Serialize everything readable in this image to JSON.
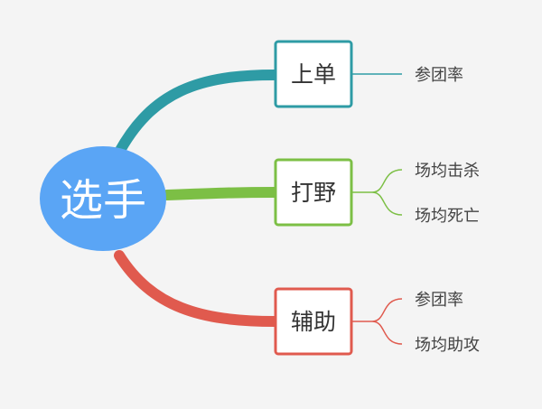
{
  "root": {
    "label": "选手",
    "color": "#5aa5f5"
  },
  "branches": [
    {
      "label": "上单",
      "color": "#2e9ba5",
      "leaves": [
        "参团率"
      ]
    },
    {
      "label": "打野",
      "color": "#7cbf45",
      "leaves": [
        "场均击杀",
        "场均死亡"
      ]
    },
    {
      "label": "辅助",
      "color": "#e05a4e",
      "leaves": [
        "参团率",
        "场均助攻"
      ]
    }
  ]
}
